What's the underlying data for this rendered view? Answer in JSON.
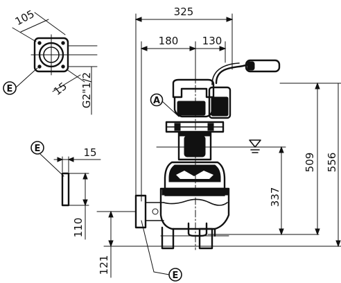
{
  "dimensions": {
    "overall_width": "325",
    "left_width": "180",
    "right_width": "130",
    "flange_size": "105",
    "flange_offset": "15",
    "thread": "G2\"1/2",
    "detail_thickness": "15",
    "detail_height": "110",
    "base_height": "121",
    "water_level": "337",
    "height_509": "509",
    "height_556": "556"
  },
  "labels": {
    "flange_label_top": "E",
    "flange_label_side": "E",
    "flange_label_bottom": "E",
    "part_a": "A"
  }
}
